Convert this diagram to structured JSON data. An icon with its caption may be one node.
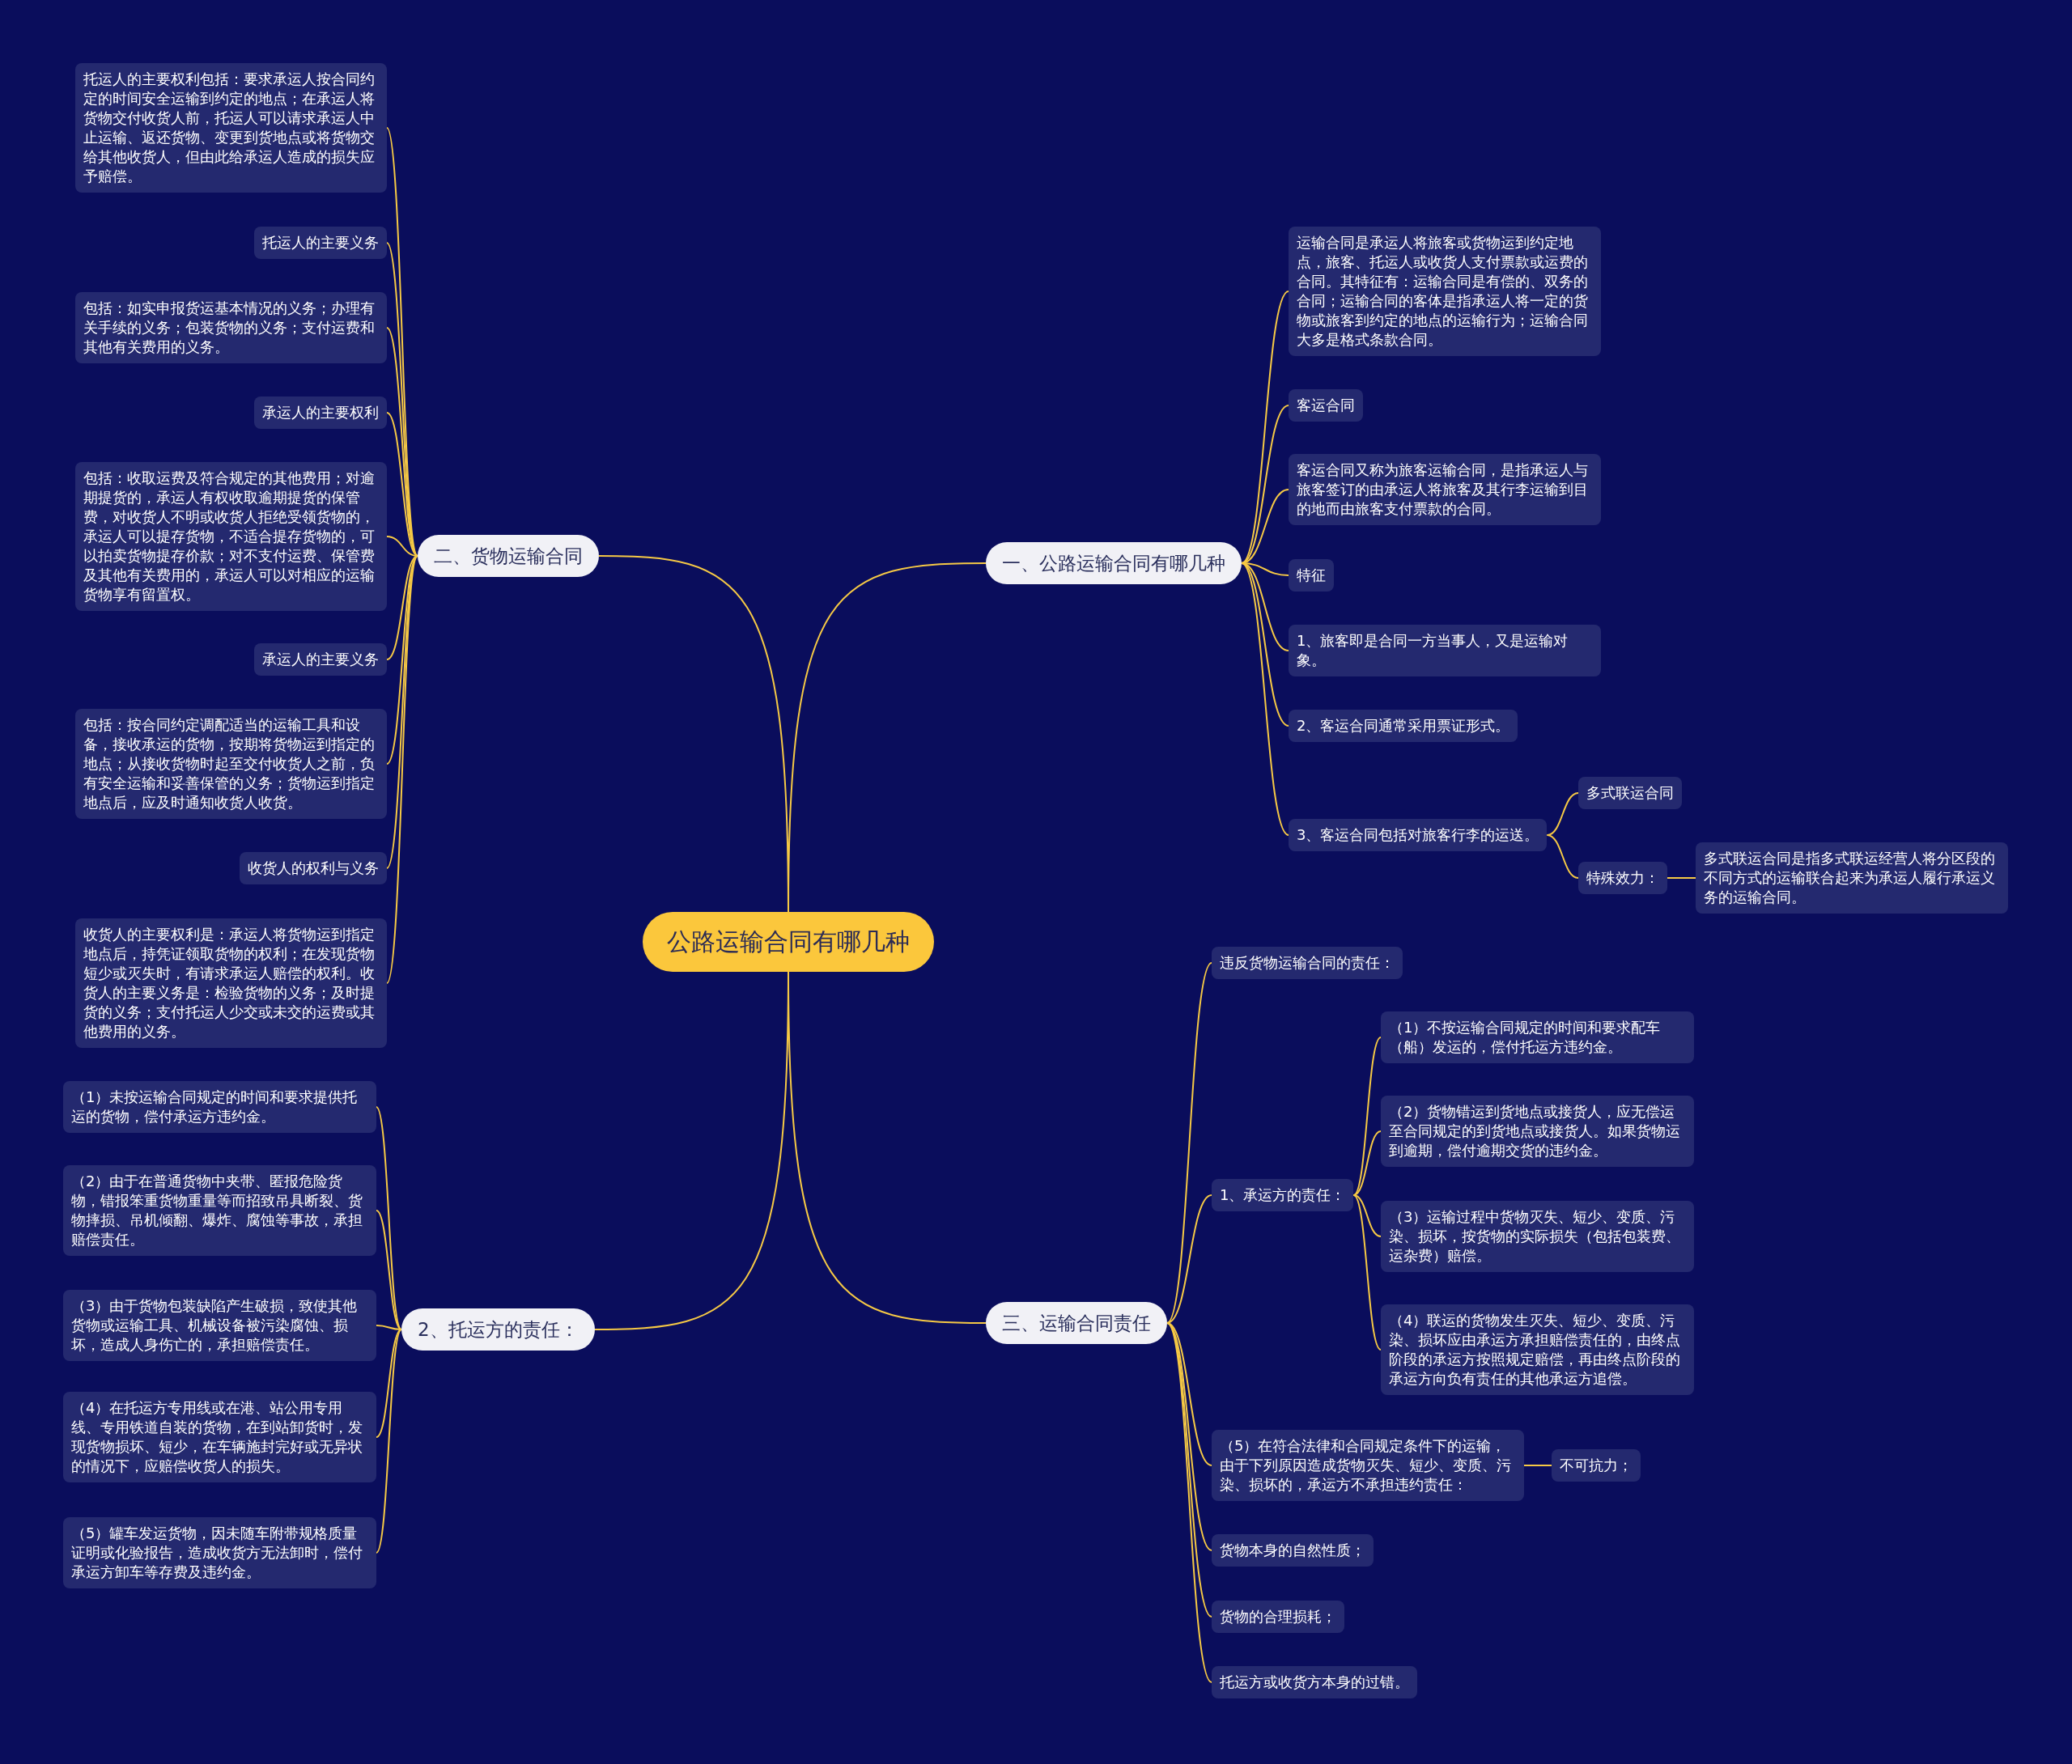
{
  "diagram": {
    "nodes": [
      {
        "text": [
          "公路运输合同有哪几种"
        ]
      },
      {
        "text": [
          "一、公路运输合同有哪几种"
        ]
      },
      {
        "text": [
          "运输合同是承运人将旅客或货物运到约定地点，旅客、托运人或收货人支付票款或运费的合同。其特征有：运输合同是有偿的、双务的合同；运输合同的客体是指承运人将一定的货物或旅客到约定的地点的运输行为；运输合同大多是格式条款合同。"
        ]
      },
      {
        "text": [
          "客运合同"
        ]
      },
      {
        "text": [
          "客运合同又称为旅客运输合同，是指承运人与旅客签订的由承运人将旅客及其行李运输到目的地而由旅客支付票款的合同。"
        ]
      },
      {
        "text": [
          "特征"
        ]
      },
      {
        "text": [
          "1、旅客即是合同一方当事人，又是运输对象。"
        ]
      },
      {
        "text": [
          "2、客运合同通常采用票证形式。"
        ]
      },
      {
        "text": [
          "3、客运合同包括对旅客行李的运送。"
        ]
      },
      {
        "text": [
          "多式联运合同"
        ]
      },
      {
        "text": [
          "特殊效力："
        ]
      },
      {
        "text": [
          "多式联运合同是指多式联运经营人将分区段的不同方式的运输联合起来为承运人履行承运义务的运输合同。"
        ]
      },
      {
        "text": [
          "三、运输合同责任"
        ]
      },
      {
        "text": [
          "违反货物运输合同的责任："
        ]
      },
      {
        "text": [
          "1、承运方的责任："
        ]
      },
      {
        "text": [
          "（1）不按运输合同规定的时间和要求配车（船）发运的，偿付托运方违约金。"
        ]
      },
      {
        "text": [
          "（2）货物错运到货地点或接货人，应无偿运至合同规定的到货地点或接货人。如果货物运到逾期，偿付逾期交货的违约金。"
        ]
      },
      {
        "text": [
          "（3）运输过程中货物灭失、短少、变质、污染、损坏，按货物的实际损失（包括包装费、运杂费）赔偿。"
        ]
      },
      {
        "text": [
          "（4）联运的货物发生灭失、短少、变质、污染、损坏应由承运方承担赔偿责任的，由终点阶段的承运方按照规定赔偿，再由终点阶段的承运方向负有责任的其他承运方追偿。"
        ]
      },
      {
        "text": [
          "（5）在符合法律和合同规定条件下的运输，由于下列原因造成货物灭失、短少、变质、污染、损坏的，承运方不承担违约责任："
        ]
      },
      {
        "text": [
          "不可抗力；"
        ]
      },
      {
        "text": [
          "货物本身的自然性质；"
        ]
      },
      {
        "text": [
          "货物的合理损耗；"
        ]
      },
      {
        "text": [
          "托运方或收货方本身的过错。"
        ]
      },
      {
        "text": [
          "二、货物运输合同"
        ]
      },
      {
        "text": [
          "托运人的主要权利包括：要求承运人按合同约定的时间安全运输到约定的地点；在承运人将货物交付收货人前，托运人可以请求承运人中止运输、返还货物、变更到货地点或将货物交给其他收货人，但由此给承运人造成的损失应予赔偿。"
        ]
      },
      {
        "text": [
          "托运人的主要义务"
        ]
      },
      {
        "text": [
          "包括：如实申报货运基本情况的义务；办理有关手续的义务；包装货物的义务；支付运费和其他有关费用的义务。"
        ]
      },
      {
        "text": [
          "承运人的主要权利"
        ]
      },
      {
        "text": [
          "包括：收取运费及符合规定的其他费用；对逾期提货的，承运人有权收取逾期提货的保管费，对收货人不明或收货人拒绝受领货物的，承运人可以提存货物，不适合提存货物的，可以拍卖货物提存价款；对不支付运费、保管费及其他有关费用的，承运人可以对相应的运输货物享有留置权。"
        ]
      },
      {
        "text": [
          "承运人的主要义务"
        ]
      },
      {
        "text": [
          "包括：按合同约定调配适当的运输工具和设备，接收承运的货物，按期将货物运到指定的地点；从接收货物时起至交付收货人之前，负有安全运输和妥善保管的义务；货物运到指定地点后，应及时通知收货人收货。"
        ]
      },
      {
        "text": [
          "收货人的权利与义务"
        ]
      },
      {
        "text": [
          "收货人的主要权利是：承运人将货物运到指定地点后，持凭证领取货物的权利；在发现货物短少或灭失时，有请求承运人赔偿的权利。收货人的主要义务是：检验货物的义务；及时提货的义务；支付托运人少交或未交的运费或其他费用的义务。"
        ]
      },
      {
        "text": [
          "2、托运方的责任："
        ]
      },
      {
        "text": [
          "（1）未按运输合同规定的时间和要求提供托运的货物，偿付承运方违约金。"
        ]
      },
      {
        "text": [
          "（2）由于在普通货物中夹带、匿报危险货物，错报笨重货物重量等而招致吊具断裂、货物摔损、吊机倾翻、爆炸、腐蚀等事故，承担赔偿责任。"
        ]
      },
      {
        "text": [
          "（3）由于货物包装缺陷产生破损，致使其他货物或运输工具、机械设备被污染腐蚀、损坏，造成人身伤亡的，承担赔偿责任。"
        ]
      },
      {
        "text": [
          "（4）在托运方专用线或在港、站公用专用线、专用铁道自装的货物，在到站卸货时，发现货物损坏、短少，在车辆施封完好或无异状的情况下，应赔偿收货人的损失。"
        ]
      },
      {
        "text": [
          "（5）罐车发运货物，因未随车附带规格质量证明或化验报告，造成收货方无法卸时，偿付承运方卸车等存费及违约金。"
        ]
      }
    ],
    "edges": [
      {
        "from": 0,
        "to": 1,
        "arrow": "none"
      },
      {
        "from": 1,
        "to": 2,
        "arrow": "none"
      },
      {
        "from": 1,
        "to": 3,
        "arrow": "none"
      },
      {
        "from": 1,
        "to": 4,
        "arrow": "none"
      },
      {
        "from": 1,
        "to": 5,
        "arrow": "none"
      },
      {
        "from": 1,
        "to": 6,
        "arrow": "none"
      },
      {
        "from": 1,
        "to": 7,
        "arrow": "none"
      },
      {
        "from": 1,
        "to": 8,
        "arrow": "none"
      },
      {
        "from": 8,
        "to": 9,
        "arrow": "none"
      },
      {
        "from": 8,
        "to": 10,
        "arrow": "none"
      },
      {
        "from": 10,
        "to": 11,
        "arrow": "none"
      },
      {
        "from": 0,
        "to": 12,
        "arrow": "none"
      },
      {
        "from": 12,
        "to": 13,
        "arrow": "none"
      },
      {
        "from": 12,
        "to": 14,
        "arrow": "none"
      },
      {
        "from": 14,
        "to": 15,
        "arrow": "none"
      },
      {
        "from": 14,
        "to": 16,
        "arrow": "none"
      },
      {
        "from": 14,
        "to": 17,
        "arrow": "none"
      },
      {
        "from": 14,
        "to": 18,
        "arrow": "none"
      },
      {
        "from": 12,
        "to": 19,
        "arrow": "none"
      },
      {
        "from": 19,
        "to": 20,
        "arrow": "none"
      },
      {
        "from": 12,
        "to": 21,
        "arrow": "none"
      },
      {
        "from": 12,
        "to": 22,
        "arrow": "none"
      },
      {
        "from": 12,
        "to": 23,
        "arrow": "none"
      },
      {
        "from": 0,
        "to": 24,
        "arrow": "none"
      },
      {
        "from": 24,
        "to": 25,
        "arrow": "none"
      },
      {
        "from": 24,
        "to": 26,
        "arrow": "none"
      },
      {
        "from": 24,
        "to": 27,
        "arrow": "none"
      },
      {
        "from": 24,
        "to": 28,
        "arrow": "none"
      },
      {
        "from": 24,
        "to": 29,
        "arrow": "none"
      },
      {
        "from": 24,
        "to": 30,
        "arrow": "none"
      },
      {
        "from": 24,
        "to": 31,
        "arrow": "none"
      },
      {
        "from": 24,
        "to": 32,
        "arrow": "none"
      },
      {
        "from": 24,
        "to": 33,
        "arrow": "none"
      },
      {
        "from": 0,
        "to": 34,
        "arrow": "none"
      },
      {
        "from": 34,
        "to": 35,
        "arrow": "none"
      },
      {
        "from": 34,
        "to": 36,
        "arrow": "none"
      },
      {
        "from": 34,
        "to": 37,
        "arrow": "none"
      },
      {
        "from": 34,
        "to": 38,
        "arrow": "none"
      },
      {
        "from": 34,
        "to": 39,
        "arrow": "none"
      }
    ]
  }
}
